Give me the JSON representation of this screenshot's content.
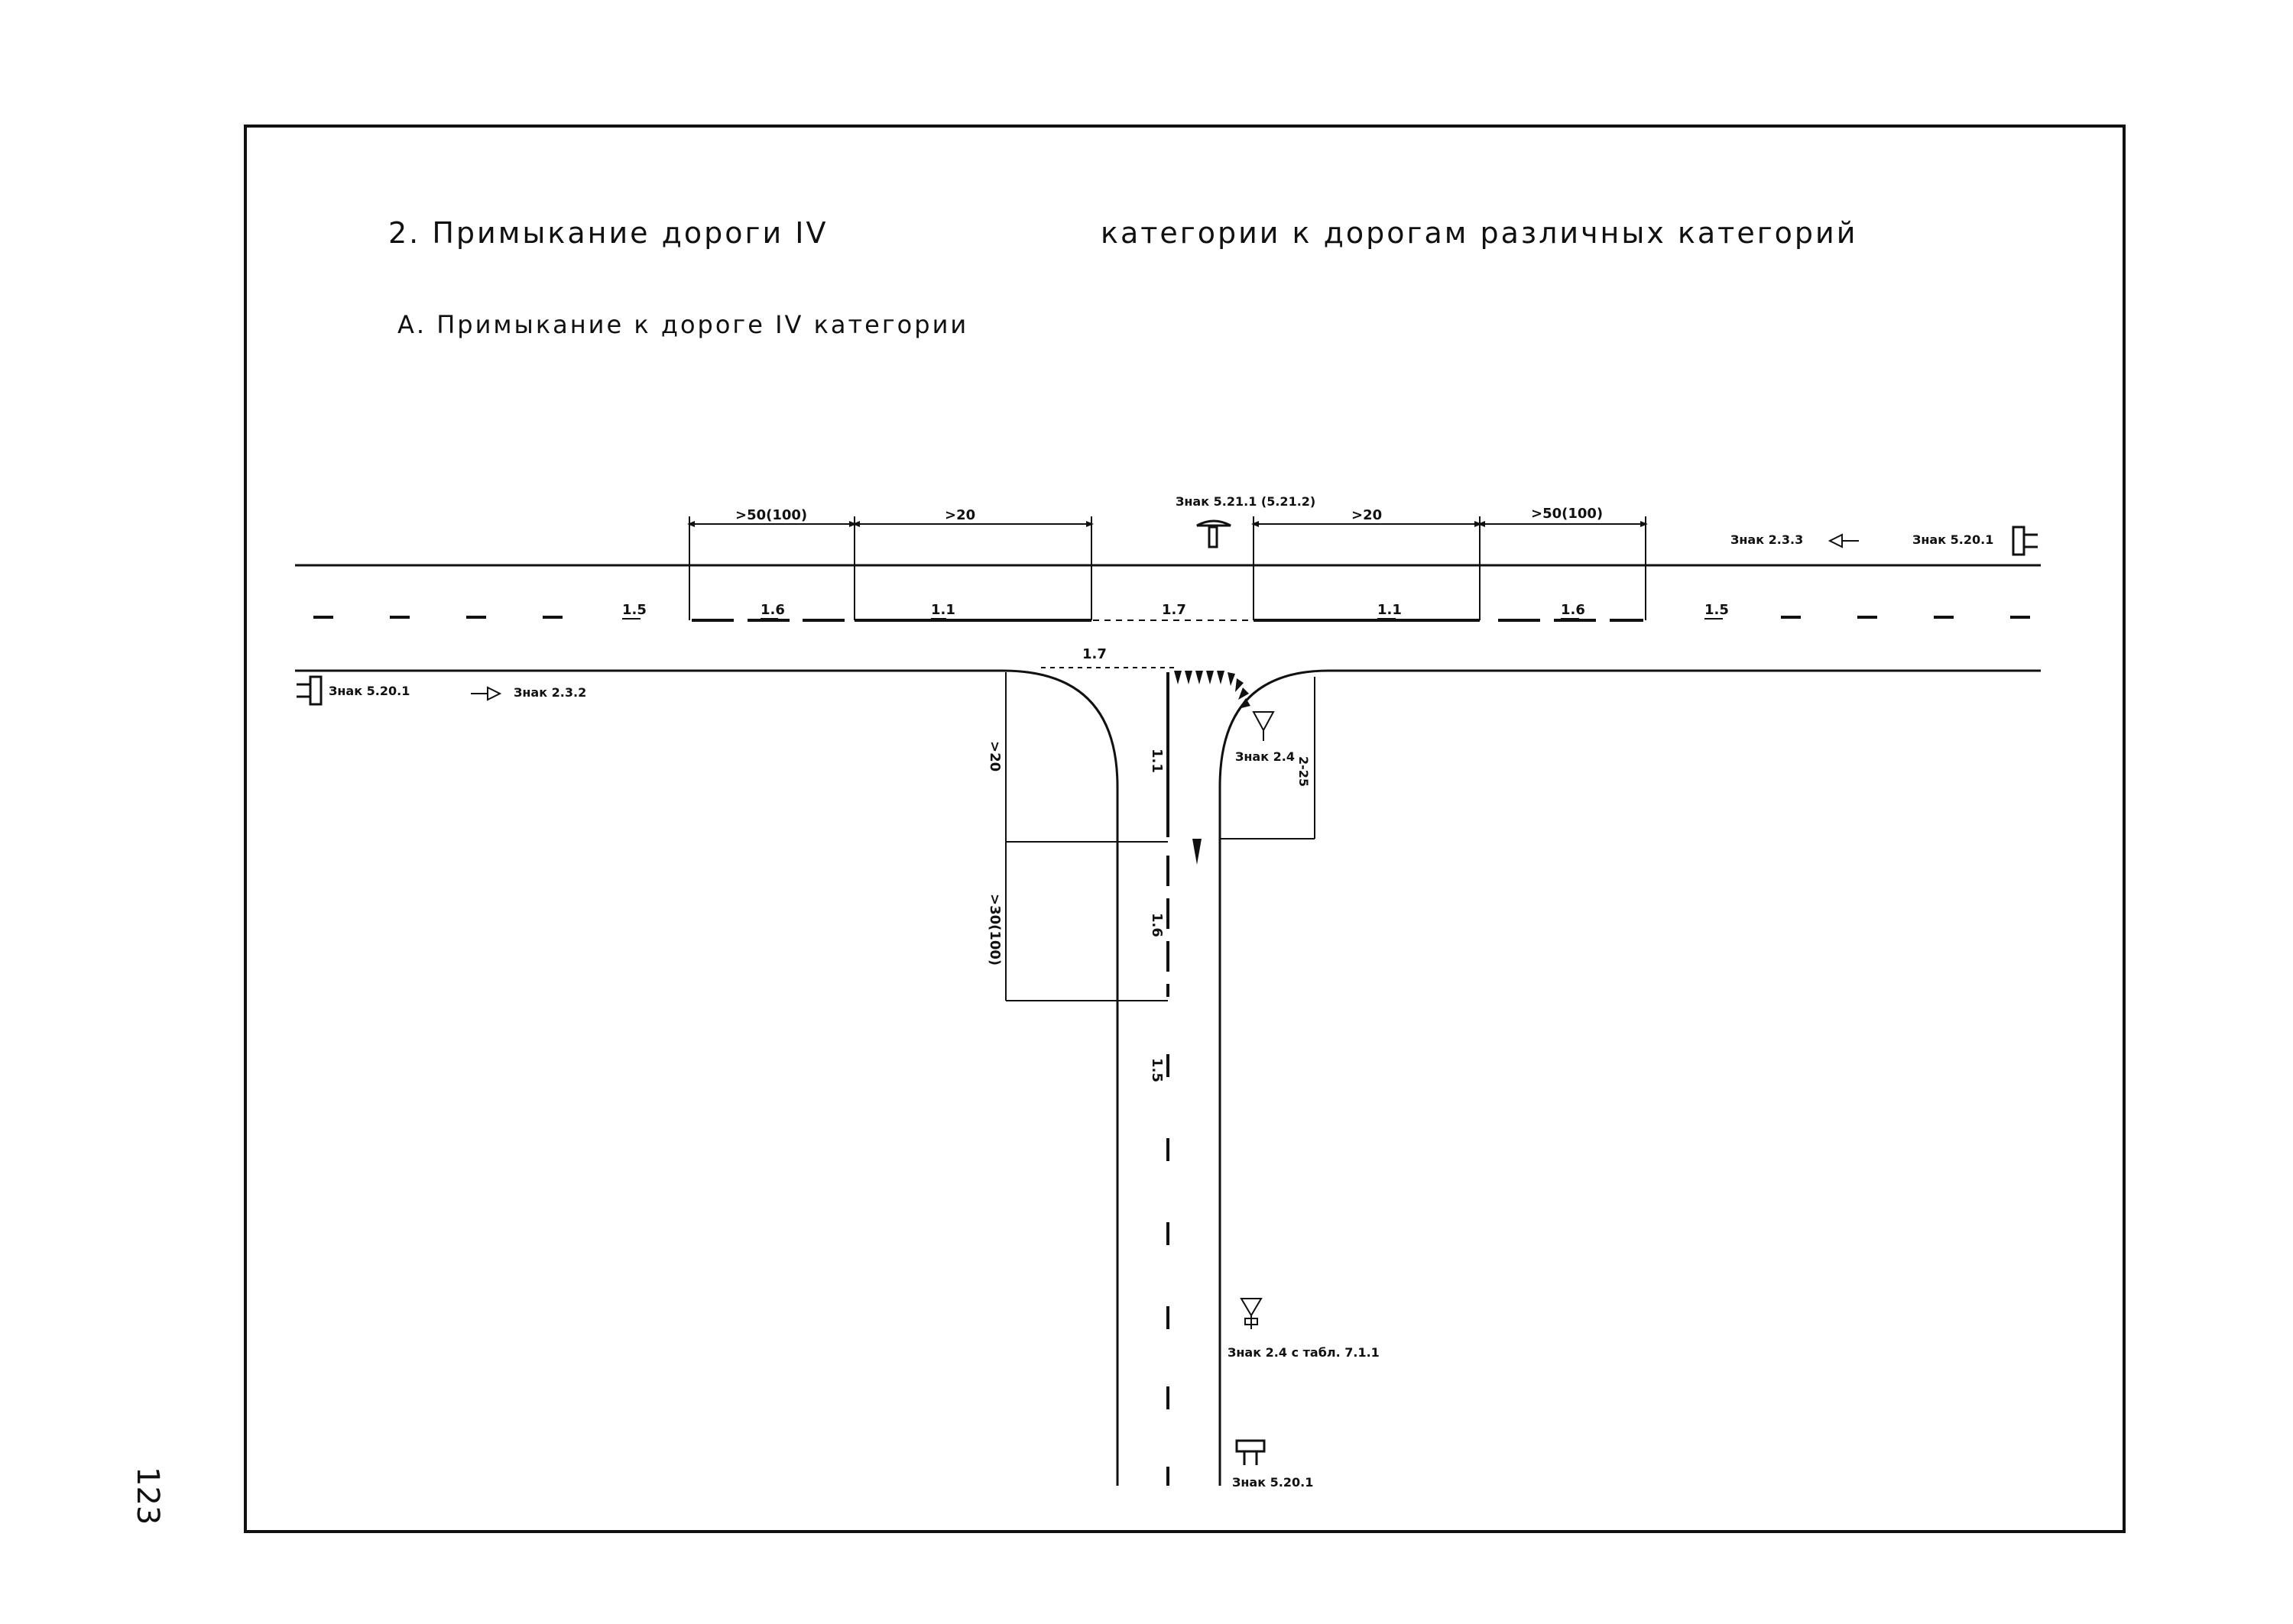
{
  "page_number": "123",
  "title": {
    "left": "2. Примыкание дороги IV",
    "right": "категории к дорогам различных категорий"
  },
  "subtitle": "А. Примыкание к дороге IV категории",
  "main_road": {
    "dims_top": [
      ">50(100)",
      ">20",
      ">20",
      ">50(100)"
    ],
    "markings": [
      "1.5",
      "1.6",
      "1.1",
      "1.7",
      "1.1",
      "1.6",
      "1.5"
    ],
    "edge_marking": "1.7"
  },
  "side_road": {
    "dims": [
      ">20",
      ">30(100)",
      "2-25"
    ],
    "markings": [
      "1.1",
      "1.6",
      "1.5"
    ]
  },
  "signs": {
    "top_center": "Знак 5.21.1 (5.21.2)",
    "top_right_arrow": "Знак 2.3.3",
    "top_right_end": "Знак 5.20.1",
    "left_end": "Знак 5.20.1",
    "left_arrow": "Знак 2.3.2",
    "yield": "Знак 2.4",
    "yield_table": "Знак 2.4 с табл. 7.1.1",
    "bottom_end": "Знак 5.20.1"
  }
}
